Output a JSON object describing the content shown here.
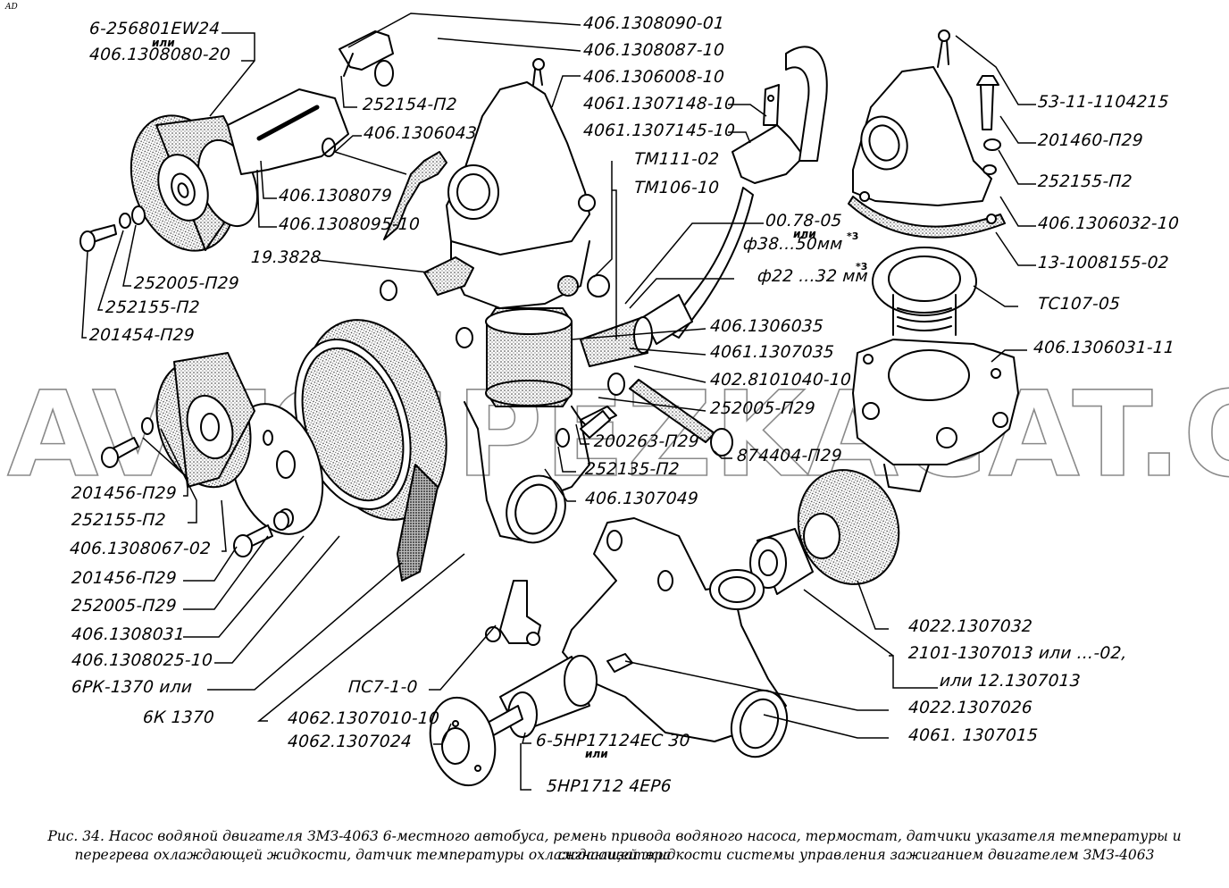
{
  "corner_mark": "AD",
  "figure": {
    "caption_line1": "Рис. 34. Насос водяной двигателя ЗМЗ-4063 6-местного автобуса, ремень привода водяного насоса, термостат, датчики указателя температуры и сигнализатора",
    "caption_line2": "перегрева охлаждающей жидкости, датчик температуры охлаждающей жидкости системы управления зажиганием двигателем ЗМЗ-4063"
  },
  "watermark": "AVTOSPEZKACAT.ONLINE",
  "or_word": "или",
  "footnote_mark": "*3",
  "callouts": {
    "bearing_a": "6-256801EW24",
    "bearing_b": "406.1308080-20",
    "p_1308090": "406.1308090-01",
    "p_1308087": "406.1308087-10",
    "p_1306008": "406.1306008-10",
    "p_1307148": "4061.1307148-10",
    "p_1307145": "4061.1307145-10",
    "tm111": "ТМ111-02",
    "tm106": "ТМ106-10",
    "clamp_a": "00.78-05",
    "clamp_b": "ф38...50мм",
    "clamp_c": "ф22 ...32 мм",
    "p_252154": "252154-П2",
    "p_1306043": "406.1306043",
    "p_1308079": "406.1308079",
    "p_1308095": "406.1308095-10",
    "p_193828": "19.3828",
    "p_252005_a": "252005-П29",
    "p_252155_a": "252155-П2",
    "p_201454": "201454-П29",
    "p_53111104215": "53-11-1104215",
    "p_201460": "201460-П29",
    "p_252155_b": "252155-П2",
    "p_1306032": "406.1306032-10",
    "p_131008155": "13-1008155-02",
    "p_tc107": "ТС107-05",
    "p_1306031": "406.1306031-11",
    "p_1306035": "406.1306035",
    "p_1307035": "4061.1307035",
    "p_8101040": "402.8101040-10",
    "p_252005_b": "252005-П29",
    "p_200263": "200263-П29",
    "p_874404": "874404-П29",
    "p_252135": "252135-П2",
    "p_1307049": "406.1307049",
    "p_201456_a": "201456-П29",
    "p_252155_c": "252155-П2",
    "p_1308067": "406.1308067-02",
    "p_201456_b": "201456-П29",
    "p_252005_c": "252005-П29",
    "p_1308031": "406.1308031",
    "p_1308025": "406.1308025-10",
    "belt_a": "6РК-1370 или",
    "belt_b": "6К 1370",
    "p_pc7": "ПС7-1-0",
    "p_1307010": "4062.1307010-10",
    "p_1307024": "4062.1307024",
    "bearing2_a": "6-5НР17124ЕС 30",
    "bearing2_b": "5НР1712 4ЕР6",
    "p_1307032": "4022.1307032",
    "p_1307013_a": "2101-1307013 или ...-02,",
    "p_1307013_b": "или 12.1307013",
    "p_1307026": "4022.1307026",
    "p_1307015": "4061. 1307015"
  }
}
